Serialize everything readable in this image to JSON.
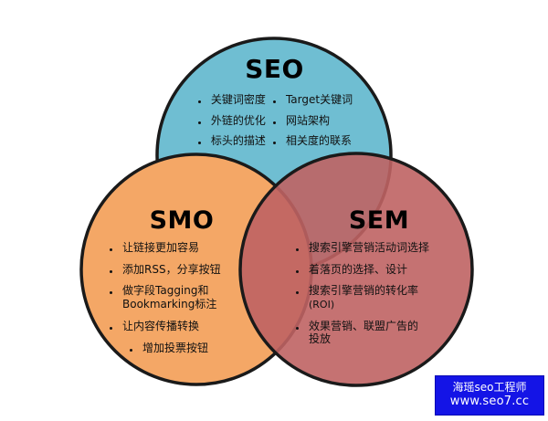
{
  "diagram": {
    "type": "venn",
    "title": "SEO / SMO / SEM Venn diagram",
    "circles": [
      {
        "id": "seo",
        "title": "SEO",
        "color": "#6fbed2",
        "stroke": "#1a1a1a",
        "position": "top-center",
        "columns": [
          [
            "关键词密度",
            "外链的优化",
            "标头的描述"
          ],
          [
            "Target关键词",
            "网站架构",
            "相关度的联系"
          ]
        ]
      },
      {
        "id": "smo",
        "title": "SMO",
        "color": "#f4a766",
        "stroke": "#1a1a1a",
        "position": "bottom-left",
        "items": [
          "让链接更加容易",
          "添加RSS，分享按钮",
          "做字段Tagging和 Bookmarking标注",
          "让内容传播转换",
          "增加投票按钮"
        ]
      },
      {
        "id": "sem",
        "title": "SEM",
        "color": "#c16b6b",
        "stroke": "#1a1a1a",
        "position": "bottom-right",
        "items": [
          "搜索引擎营销活动词选择",
          "着落页的选择、设计",
          "搜索引擎营销的转化率 (ROI)",
          "效果营销、联盟广告的 投放"
        ]
      }
    ]
  },
  "seo": {
    "title": "SEO",
    "col1": {
      "item1": "关键词密度",
      "item2": "外链的优化",
      "item3": "标头的描述"
    },
    "col2": {
      "item1": "Target关键词",
      "item2": "网站架构",
      "item3": "相关度的联系"
    }
  },
  "smo": {
    "title": "SMO",
    "item1": "让链接更加容易",
    "item2": "添加RSS，分享按钮",
    "item3_line1": "做字段Tagging和",
    "item3_line2": "Bookmarking标注",
    "item4": "让内容传播转换",
    "item5": "增加投票按钮"
  },
  "sem": {
    "title": "SEM",
    "item1": "搜索引擎营销活动词选择",
    "item2": "着落页的选择、设计",
    "item3_line1": "搜索引擎营销的转化率",
    "item3_line2": "(ROI)",
    "item4_line1": "效果营销、联盟广告的",
    "item4_line2": "投放"
  },
  "watermark": {
    "line1": "海瑶seo工程师",
    "line2": "www.seo7.cc",
    "background": "#1414e6",
    "text_color": "#ffffff"
  }
}
